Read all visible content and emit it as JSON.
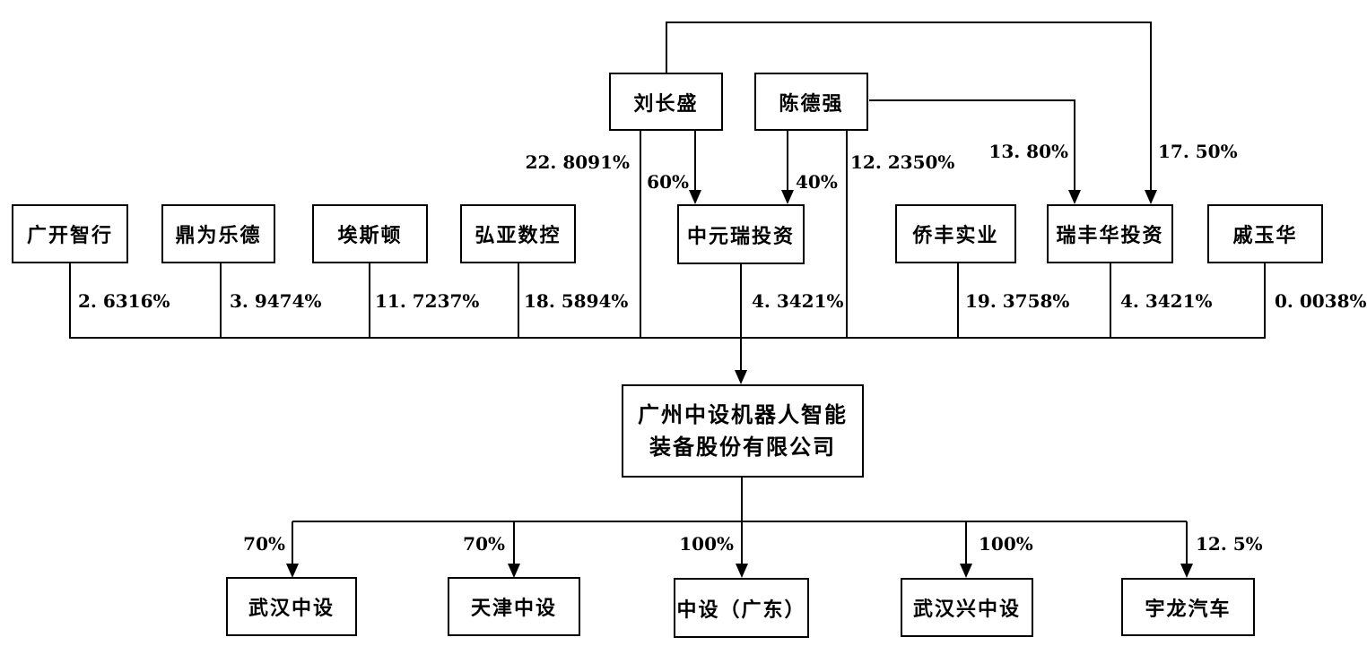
{
  "diagram": {
    "top_row": [
      {
        "name": "刘长盛"
      },
      {
        "name": "陈德强"
      }
    ],
    "middle_row": [
      {
        "name": "广开智行",
        "pct": "2. 6316%"
      },
      {
        "name": "鼎为乐德",
        "pct": "3. 9474%"
      },
      {
        "name": "埃斯顿",
        "pct": "11. 7237%"
      },
      {
        "name": "弘亚数控",
        "pct": "18. 5894%"
      },
      {
        "name": "中元瑞投资",
        "pct": "4. 3421%"
      },
      {
        "name": "侨丰实业",
        "pct": "19. 3758%"
      },
      {
        "name": "瑞丰华投资",
        "pct": "4. 3421%"
      },
      {
        "name": "戚玉华",
        "pct": "0. 0038%"
      }
    ],
    "edge_labels": {
      "liu_direct": "22. 8091%",
      "liu_to_zhongyuanrui": "60%",
      "chen_to_zhongyuanrui": "40%",
      "chen_direct": "12. 2350%",
      "chen_to_ruifenghua": "13. 80%",
      "liu_to_ruifenghua": "17. 50%"
    },
    "company": {
      "line1": "广州中设机器人智能",
      "line2": "装备股份有限公司"
    },
    "subsidiaries": [
      {
        "name": "武汉中设",
        "pct": "70%"
      },
      {
        "name": "天津中设",
        "pct": "70%"
      },
      {
        "name": "中设（广东）",
        "pct": "100%"
      },
      {
        "name": "武汉兴中设",
        "pct": "100%"
      },
      {
        "name": "宇龙汽车",
        "pct": "12. 5%"
      }
    ],
    "colors": {
      "line": "#000000",
      "box_border": "#000000",
      "background": "#ffffff",
      "text": "#000000"
    }
  }
}
